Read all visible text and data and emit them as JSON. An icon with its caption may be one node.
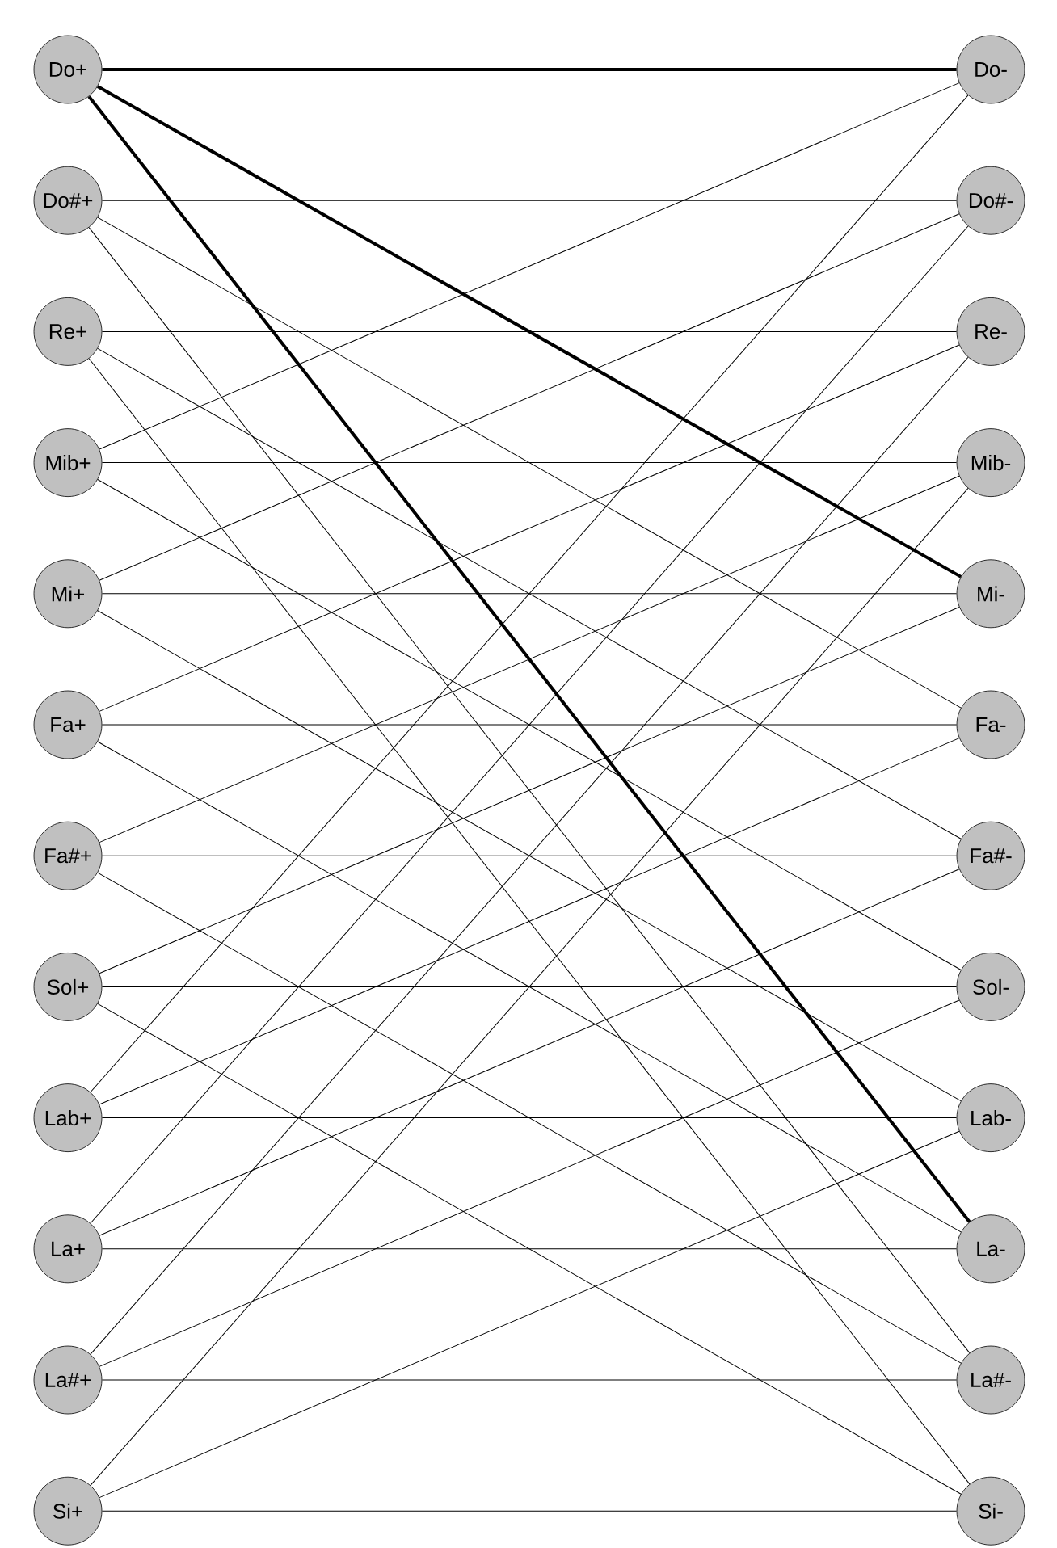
{
  "diagram": {
    "nodes": [
      {
        "text": [
          "Do+"
        ]
      },
      {
        "text": [
          "Do#+"
        ]
      },
      {
        "text": [
          "Re+"
        ]
      },
      {
        "text": [
          "Mib+"
        ]
      },
      {
        "text": [
          "Mi+"
        ]
      },
      {
        "text": [
          "Fa+"
        ]
      },
      {
        "text": [
          "Fa#+"
        ]
      },
      {
        "text": [
          "Sol+"
        ]
      },
      {
        "text": [
          "Lab+"
        ]
      },
      {
        "text": [
          "La+"
        ]
      },
      {
        "text": [
          "La#+"
        ]
      },
      {
        "text": [
          "Si+"
        ]
      },
      {
        "text": [
          "Do-"
        ]
      },
      {
        "text": [
          "Do#-"
        ]
      },
      {
        "text": [
          "Re-"
        ]
      },
      {
        "text": [
          "Mib-"
        ]
      },
      {
        "text": [
          "Mi-"
        ]
      },
      {
        "text": [
          "Fa-"
        ]
      },
      {
        "text": [
          "Fa#-"
        ]
      },
      {
        "text": [
          "Sol-"
        ]
      },
      {
        "text": [
          "Lab-"
        ]
      },
      {
        "text": [
          "La-"
        ]
      },
      {
        "text": [
          "La#-"
        ]
      },
      {
        "text": [
          "Si-"
        ]
      }
    ],
    "edges": [
      {
        "from": 0,
        "to": 12,
        "arrow": "none",
        "style": "thick"
      },
      {
        "from": 0,
        "to": 16,
        "arrow": "none",
        "style": "thick"
      },
      {
        "from": 0,
        "to": 21,
        "arrow": "none",
        "style": "thick"
      },
      {
        "from": 1,
        "to": 13,
        "arrow": "none"
      },
      {
        "from": 1,
        "to": 17,
        "arrow": "none"
      },
      {
        "from": 1,
        "to": 22,
        "arrow": "none"
      },
      {
        "from": 2,
        "to": 14,
        "arrow": "none"
      },
      {
        "from": 2,
        "to": 18,
        "arrow": "none"
      },
      {
        "from": 2,
        "to": 23,
        "arrow": "none"
      },
      {
        "from": 3,
        "to": 15,
        "arrow": "none"
      },
      {
        "from": 3,
        "to": 19,
        "arrow": "none"
      },
      {
        "from": 3,
        "to": 12,
        "arrow": "none"
      },
      {
        "from": 4,
        "to": 16,
        "arrow": "none"
      },
      {
        "from": 4,
        "to": 20,
        "arrow": "none"
      },
      {
        "from": 4,
        "to": 13,
        "arrow": "none"
      },
      {
        "from": 5,
        "to": 17,
        "arrow": "none"
      },
      {
        "from": 5,
        "to": 21,
        "arrow": "none"
      },
      {
        "from": 5,
        "to": 14,
        "arrow": "none"
      },
      {
        "from": 6,
        "to": 18,
        "arrow": "none"
      },
      {
        "from": 6,
        "to": 22,
        "arrow": "none"
      },
      {
        "from": 6,
        "to": 15,
        "arrow": "none"
      },
      {
        "from": 7,
        "to": 19,
        "arrow": "none"
      },
      {
        "from": 7,
        "to": 23,
        "arrow": "none"
      },
      {
        "from": 7,
        "to": 16,
        "arrow": "none"
      },
      {
        "from": 8,
        "to": 20,
        "arrow": "none"
      },
      {
        "from": 8,
        "to": 12,
        "arrow": "none"
      },
      {
        "from": 8,
        "to": 17,
        "arrow": "none"
      },
      {
        "from": 9,
        "to": 21,
        "arrow": "none"
      },
      {
        "from": 9,
        "to": 13,
        "arrow": "none"
      },
      {
        "from": 9,
        "to": 18,
        "arrow": "none"
      },
      {
        "from": 10,
        "to": 22,
        "arrow": "none"
      },
      {
        "from": 10,
        "to": 14,
        "arrow": "none"
      },
      {
        "from": 10,
        "to": 19,
        "arrow": "none"
      },
      {
        "from": 11,
        "to": 23,
        "arrow": "none"
      },
      {
        "from": 11,
        "to": 15,
        "arrow": "none"
      },
      {
        "from": 11,
        "to": 20,
        "arrow": "none"
      }
    ]
  }
}
